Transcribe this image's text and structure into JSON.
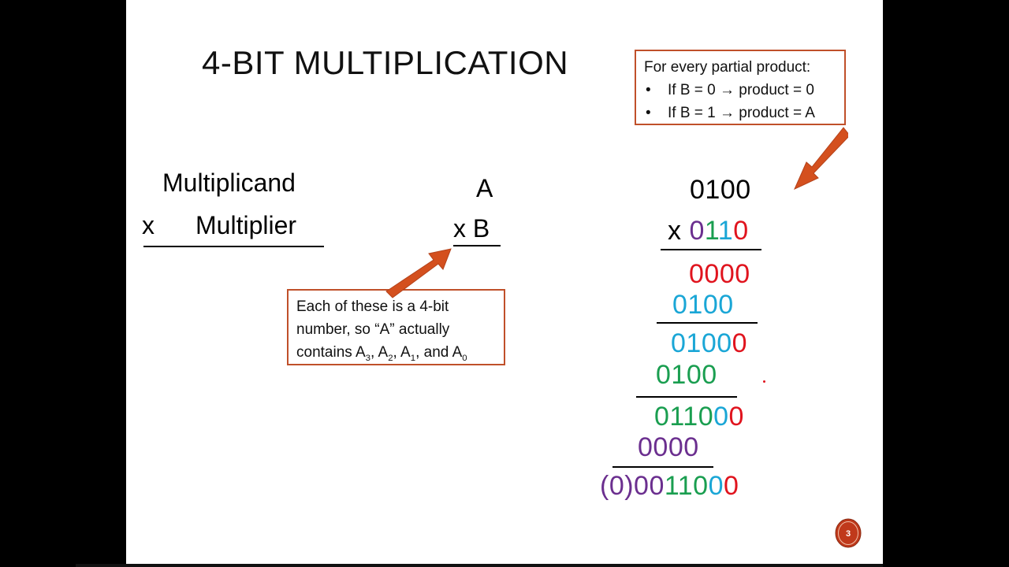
{
  "slide": {
    "title": "4-BIT MULTIPLICATION",
    "page_number": "3"
  },
  "labels": {
    "multiplicand": "Multiplicand",
    "x_sign": "x",
    "multiplier": "Multiplier",
    "a": "A",
    "xb": "x B"
  },
  "info_box": {
    "heading": "For every partial product:",
    "bullets": [
      "If B = 0 → product = 0",
      "If B = 1 → product = A"
    ]
  },
  "note_box": {
    "line1": "Each of these is a 4-bit",
    "line2": "number, so “A” actually",
    "line3_prefix": "contains A",
    "sub3": "3",
    "sep1": ", A",
    "sub2": "2",
    "sep2": ", A",
    "sub1": "1",
    "sep3": ", and A",
    "sub0": "0"
  },
  "calc": {
    "multiplicand": "0100",
    "x_sign": "x ",
    "multiplier_digits": [
      "0",
      "1",
      "1",
      "0"
    ],
    "pp0": "0000",
    "pp1": "0100",
    "sum1_blue": "0100",
    "sum1_red": "0",
    "pp2": "0100",
    "sum2_green": "0110",
    "sum2_blue": "0",
    "sum2_red": "0",
    "pp3": "0000",
    "result_purple": "(0)00",
    "result_green": "110",
    "result_blue": "0",
    "result_red": "0"
  },
  "colors": {
    "box_border": "#c0502a",
    "arrow": "#d4501e",
    "red": "#e0141e",
    "blue": "#1aa6d6",
    "green": "#1a9e50",
    "purple": "#6b2f8f"
  }
}
